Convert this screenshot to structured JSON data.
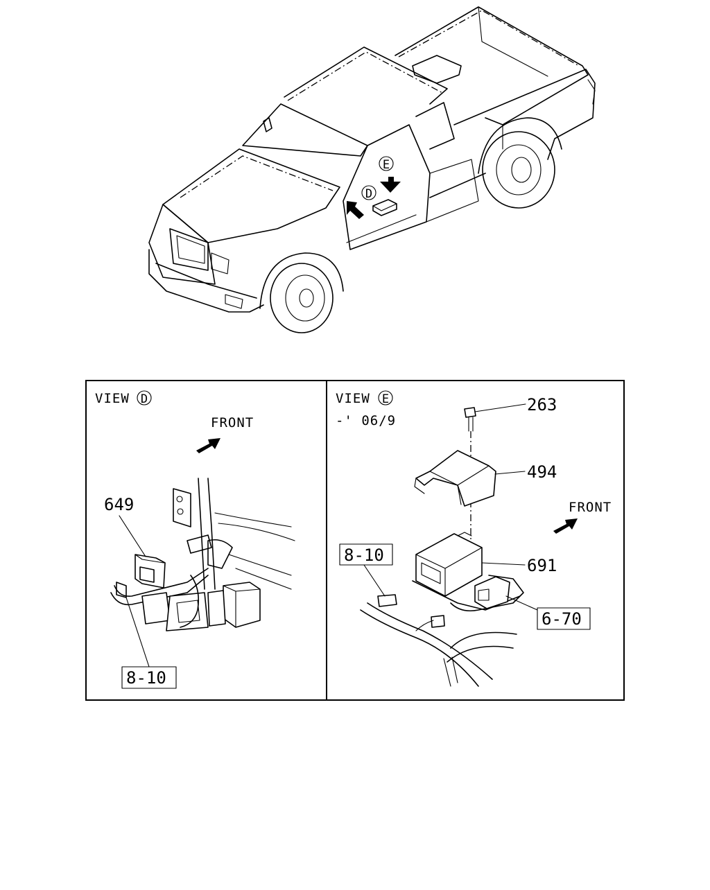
{
  "overview": {
    "view_markers": [
      "E",
      "D"
    ]
  },
  "view_d": {
    "title": "VIEW",
    "marker": "D",
    "front_label": "FRONT",
    "callouts": {
      "part_649": "649",
      "ref_8_10": "8-10"
    }
  },
  "view_e": {
    "title": "VIEW",
    "marker": "E",
    "date_range": "-' 06/9",
    "front_label": "FRONT",
    "callouts": {
      "part_263": "263",
      "part_494": "494",
      "part_691": "691",
      "ref_8_10": "8-10",
      "ref_6_70": "6-70"
    }
  }
}
